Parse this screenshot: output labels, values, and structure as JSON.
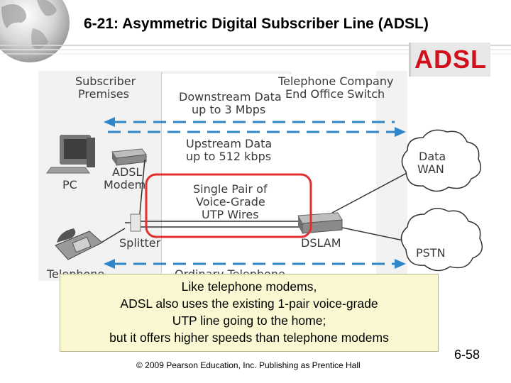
{
  "slide": {
    "title": "6-21: Asymmetric Digital Subscriber Line (ADSL)",
    "badge": "ADSL",
    "page_number": "6-58",
    "footer": "© 2009 Pearson Education, Inc.  Publishing as Prentice Hall"
  },
  "diagram": {
    "subscriber_line1": "Subscriber",
    "subscriber_line2": "Premises",
    "telco_line1": "Telephone Company",
    "telco_line2": "End Office Switch",
    "downstream_line1": "Downstream Data",
    "downstream_line2": "up to 3 Mbps",
    "upstream_line1": "Upstream Data",
    "upstream_line2": "up to 512 kbps",
    "wire_line1": "Single Pair of",
    "wire_line2": "Voice-Grade",
    "wire_line3": "UTP Wires",
    "pc": "PC",
    "modem_line1": "ADSL",
    "modem_line2": "Modem",
    "splitter": "Splitter",
    "dslam": "DSLAM",
    "wan_line1": "Data",
    "wan_line2": "WAN",
    "pstn": "PSTN",
    "telephone_partial": "Telephone",
    "ordinary_partial": "Ordinary Telephone",
    "highlight_color": "#e03030"
  },
  "callout": {
    "lines": [
      "Like telephone modems,",
      "ADSL also uses the existing 1-pair voice-grade",
      "UTP line going to the home;",
      "but it offers higher speeds than telephone modems"
    ],
    "background": "#faf8d2"
  }
}
